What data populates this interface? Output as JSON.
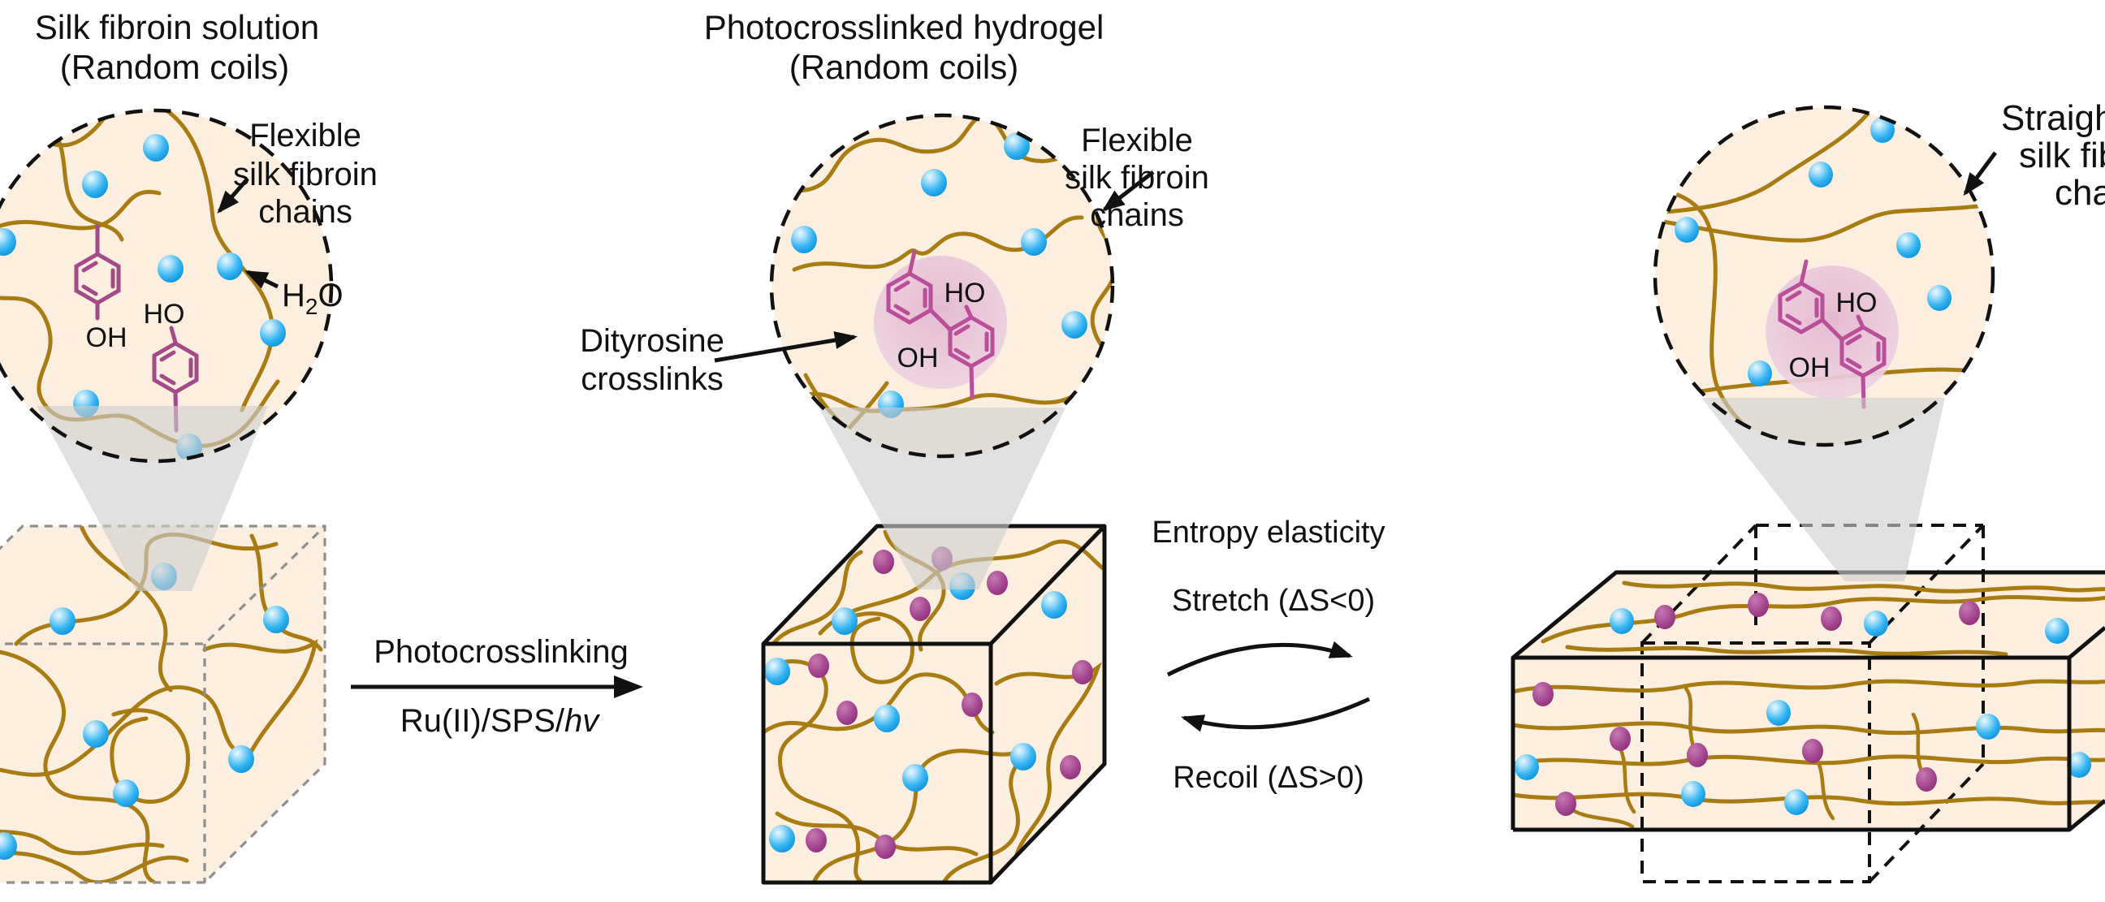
{
  "palette": {
    "chain_brown": "#a87c12",
    "cream_fill": "#fcefdf",
    "water_blue": "#2ab2f2",
    "crosslink_purple": "#a0417f",
    "tyrosine_purple": "#a4498a",
    "dityrosine_pink": "#b94e9a",
    "pink_halo": "#e2b6cf",
    "funnel_gray": "#cfcfcf",
    "ghost_gray": "#8f8f8f",
    "ink": "#111111"
  },
  "left": {
    "title1": "Silk fibroin solution",
    "title2": "(Random coils)",
    "flexible": {
      "l1": "Flexible",
      "l2": "silk fibroin",
      "l3": "chains"
    },
    "h2o": {
      "h": "H",
      "sub": "2",
      "o": "O"
    },
    "phenol_oh": "OH",
    "phenol_ho": "HO"
  },
  "reaction": {
    "name": "Photocrosslinking",
    "reagents": "Ru(II)/SPS/",
    "reagents_italic": "hv"
  },
  "center": {
    "title1": "Photocrosslinked hydrogel",
    "title2": "(Random coils)",
    "dityrosine_label": {
      "l1": "Dityrosine",
      "l2": "crosslinks"
    },
    "flexible": {
      "l1": "Flexible",
      "l2": "silk fibroin",
      "l3": "chains"
    },
    "mol": {
      "ho": "HO",
      "oh": "OH"
    }
  },
  "entropy": {
    "title": "Entropy elasticity",
    "stretch": "Stretch (ΔS<0)",
    "recoil": "Recoil (ΔS>0)"
  },
  "right": {
    "label": {
      "l1": "Straigh",
      "l2": "silk fib",
      "l3": "cha"
    }
  }
}
